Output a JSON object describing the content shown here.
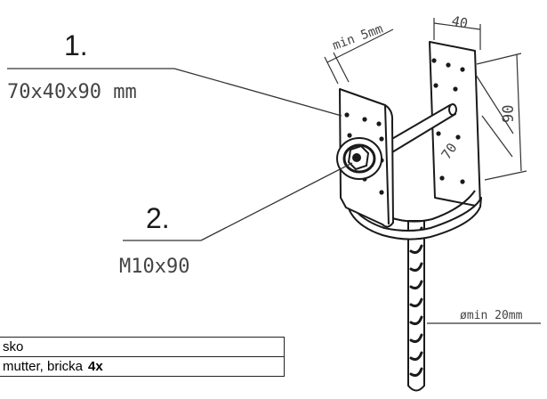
{
  "callouts": [
    {
      "number": "1.",
      "size": "70x40x90 mm"
    },
    {
      "number": "2.",
      "size": "M10x90"
    }
  ],
  "dimensions": {
    "min_thickness": "min 5mm",
    "width": "40",
    "height": "90",
    "depth": "70",
    "rebar_diameter": "ømin 20mm"
  },
  "parts_table": {
    "row1": "sko",
    "row2": "mutter, bricka",
    "row2_qty": "4x"
  },
  "colors": {
    "line": "#1a1a1a",
    "text": "#333333"
  }
}
